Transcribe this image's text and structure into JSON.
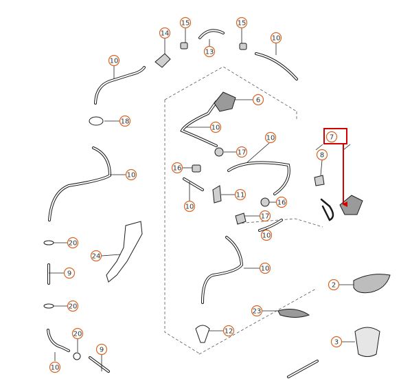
{
  "diagram": {
    "callouts": [
      {
        "id": "c14a",
        "label": "14"
      },
      {
        "id": "c15a",
        "label": "15"
      },
      {
        "id": "c15b",
        "label": "15"
      },
      {
        "id": "c13",
        "label": "13"
      },
      {
        "id": "c10a",
        "label": "10"
      },
      {
        "id": "c10b",
        "label": "10"
      },
      {
        "id": "c6",
        "label": "6"
      },
      {
        "id": "c10c",
        "label": "10"
      },
      {
        "id": "c18",
        "label": "18"
      },
      {
        "id": "c17a",
        "label": "17"
      },
      {
        "id": "c16a",
        "label": "16"
      },
      {
        "id": "c10d",
        "label": "10"
      },
      {
        "id": "c10e",
        "label": "10"
      },
      {
        "id": "c10f",
        "label": "10"
      },
      {
        "id": "c11",
        "label": "11"
      },
      {
        "id": "c16b",
        "label": "16"
      },
      {
        "id": "c17b",
        "label": "17"
      },
      {
        "id": "c10g",
        "label": "10"
      },
      {
        "id": "c8",
        "label": "8"
      },
      {
        "id": "c7",
        "label": "7"
      },
      {
        "id": "c20a",
        "label": "20"
      },
      {
        "id": "c24",
        "label": "24"
      },
      {
        "id": "c9a",
        "label": "9"
      },
      {
        "id": "c10h",
        "label": "10"
      },
      {
        "id": "c20b",
        "label": "20"
      },
      {
        "id": "c2",
        "label": "2"
      },
      {
        "id": "c23",
        "label": "23"
      },
      {
        "id": "c12",
        "label": "12"
      },
      {
        "id": "c20c",
        "label": "20"
      },
      {
        "id": "c3",
        "label": "3"
      },
      {
        "id": "c9b",
        "label": "9"
      },
      {
        "id": "c10i",
        "label": "10"
      }
    ],
    "highlight": {
      "label": "7",
      "color": "#d40000"
    },
    "colors": {
      "callout_orange": "#d9631f",
      "line": "#1a1a1a",
      "dash": "#555555",
      "arrow": "#d40000"
    }
  }
}
